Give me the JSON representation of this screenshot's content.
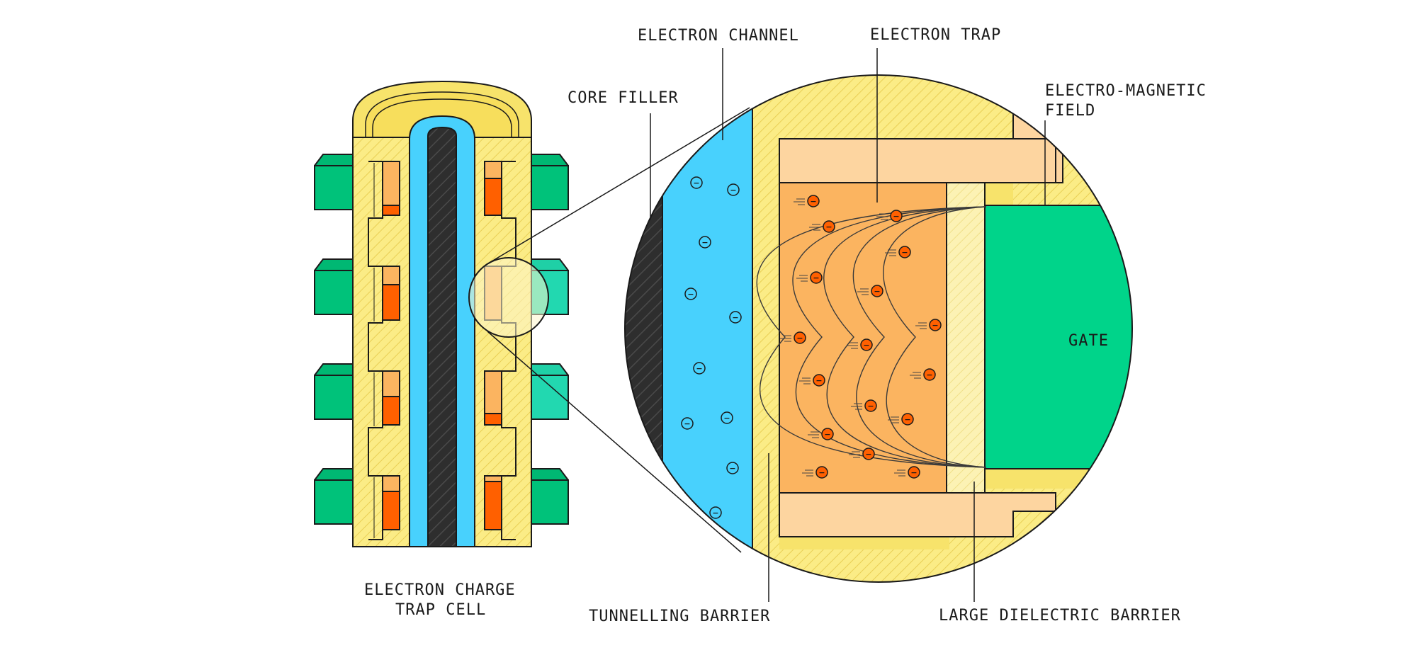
{
  "labels": {
    "electron_channel": "ELECTRON CHANNEL",
    "electron_trap": "ELECTRON TRAP",
    "core_filler": "CORE FILLER",
    "em_field_line1": "ELECTRO-MAGNETIC",
    "em_field_line2": "FIELD",
    "gate": "GATE",
    "cell_line1": "ELECTRON CHARGE",
    "cell_line2": "TRAP CELL",
    "tunnelling_barrier": "TUNNELLING BARRIER",
    "large_dielectric_barrier": "LARGE DIELECTRIC BARRIER"
  },
  "electron_symbol": "−",
  "colors": {
    "yellow": "#f7e36b",
    "hatch_yellow": "#fbec86",
    "peach": "#fdd5a0",
    "orange": "#fbb460",
    "deep_orange": "#ff6000",
    "blue": "#48d1fd",
    "green": "#00d48a",
    "dark_green": "#00b873",
    "core": "#2e2e2e",
    "outline": "#1a1a1a"
  }
}
